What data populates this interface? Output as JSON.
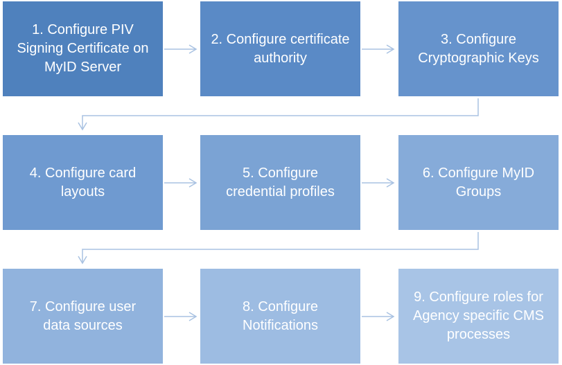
{
  "steps": [
    {
      "label": "1. Configure PIV Signing Certificate on MyID Server",
      "color": "#4f81bd"
    },
    {
      "label": "2. Configure certificate authority",
      "color": "#5a8ac6"
    },
    {
      "label": "3. Configure Cryptographic Keys",
      "color": "#6693cc"
    },
    {
      "label": "4. Configure card layouts",
      "color": "#6f9ad0"
    },
    {
      "label": "5. Configure credential profiles",
      "color": "#7ba3d4"
    },
    {
      "label": "6. Configure MyID Groups",
      "color": "#86abd9"
    },
    {
      "label": "7. Configure user data sources",
      "color": "#91b3dd"
    },
    {
      "label": "8. Configure Notifications",
      "color": "#9dbce2"
    },
    {
      "label": "9. Configure roles for Agency specific CMS processes",
      "color": "#a8c4e6"
    }
  ],
  "connector_color": "#a9c2e2"
}
